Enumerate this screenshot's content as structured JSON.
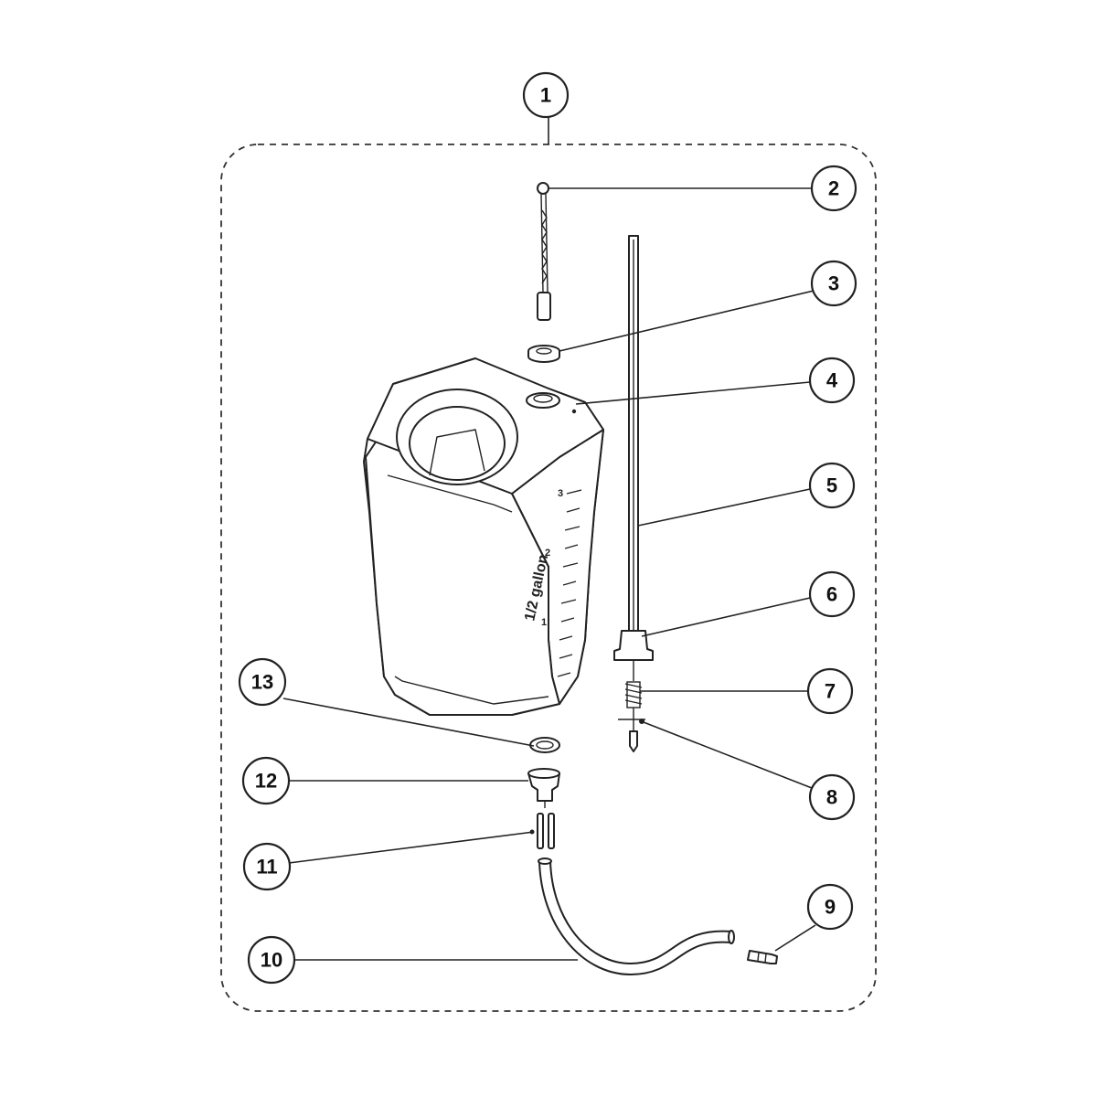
{
  "callouts": [
    {
      "id": "1",
      "label": "1"
    },
    {
      "id": "2",
      "label": "2"
    },
    {
      "id": "3",
      "label": "3"
    },
    {
      "id": "4",
      "label": "4"
    },
    {
      "id": "5",
      "label": "5"
    },
    {
      "id": "6",
      "label": "6"
    },
    {
      "id": "7",
      "label": "7"
    },
    {
      "id": "8",
      "label": "8"
    },
    {
      "id": "9",
      "label": "9"
    },
    {
      "id": "10",
      "label": "10"
    },
    {
      "id": "11",
      "label": "11"
    },
    {
      "id": "12",
      "label": "12"
    },
    {
      "id": "13",
      "label": "13"
    }
  ],
  "tank": {
    "capacity_label": "1/2 gallon",
    "scale_marks": [
      "1",
      "2",
      "3"
    ]
  },
  "colors": {
    "line": "#222222",
    "background": "#ffffff"
  }
}
